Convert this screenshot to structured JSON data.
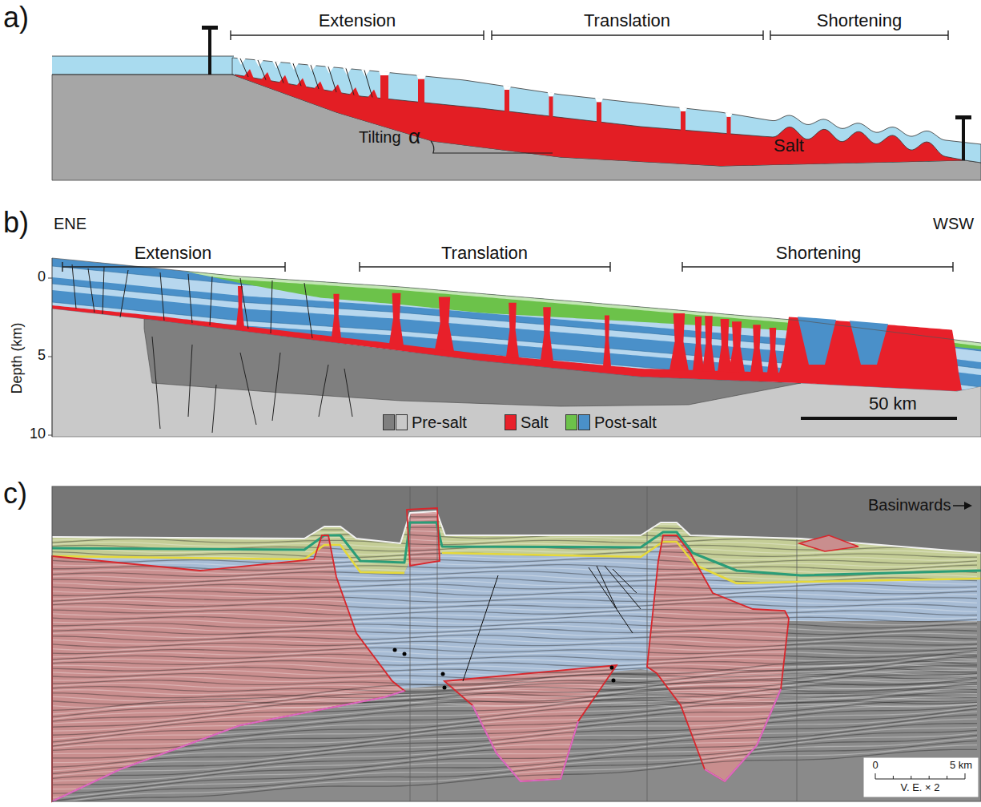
{
  "diagram": {
    "labels": [
      "a)",
      "Extension",
      "Translation",
      "Shortening",
      "Tilting",
      "α",
      "Salt",
      "b)",
      "ENE",
      "Extension",
      "Translation",
      "Shortening",
      "WSW",
      "0",
      "Depth (km)",
      "5",
      "10",
      "50 km",
      "c)",
      "Basinwards",
      "0",
      "5 km",
      "V. E. × 2"
    ],
    "legend": [
      {
        "text": "Pre-salt",
        "color": "#7f7f7f"
      },
      {
        "text": "Salt",
        "color": "#e8202a"
      },
      {
        "text": "Post-salt",
        "color": "#6cc24a"
      }
    ]
  }
}
